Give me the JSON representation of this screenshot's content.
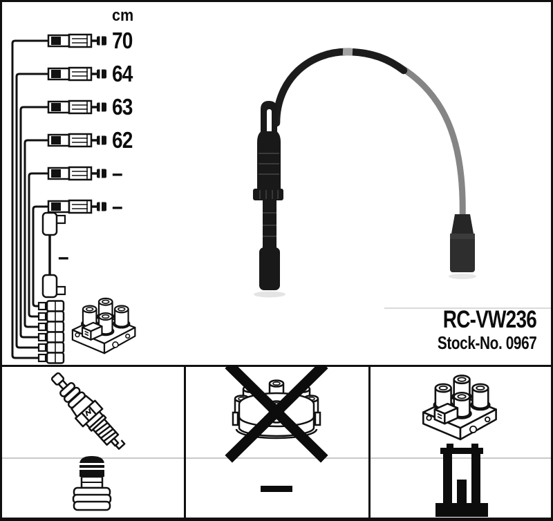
{
  "product": {
    "model_code": "RC-VW236",
    "stock_number": "Stock-No. 0967"
  },
  "length_table": {
    "unit_header": "cm",
    "rows": [
      {
        "cable": "cable-1",
        "length": "70"
      },
      {
        "cable": "cable-2",
        "length": "64"
      },
      {
        "cable": "cable-3",
        "length": "63"
      },
      {
        "cable": "cable-4",
        "length": "62"
      },
      {
        "cable": "cable-5",
        "length": "–"
      },
      {
        "cable": "cable-6",
        "length": "–"
      }
    ],
    "coil_wire_length": "–"
  },
  "legend": {
    "cells": [
      {
        "icon": "spark-plug",
        "crossed_out": false
      },
      {
        "icon": "distributor-cap",
        "crossed_out": true
      },
      {
        "icon": "ignition-coil",
        "crossed_out": false
      },
      {
        "icon": "spark-plug-boot",
        "crossed_out": false
      },
      {
        "icon": "dash-not-applicable",
        "crossed_out": false
      },
      {
        "icon": "coil-connector",
        "crossed_out": false
      }
    ]
  },
  "colors": {
    "ink": "#111111",
    "cable_gray": "#858585",
    "sleeve_black": "#1c1c1c",
    "row_divider": "#c9c9c9",
    "background": "#ffffff"
  }
}
